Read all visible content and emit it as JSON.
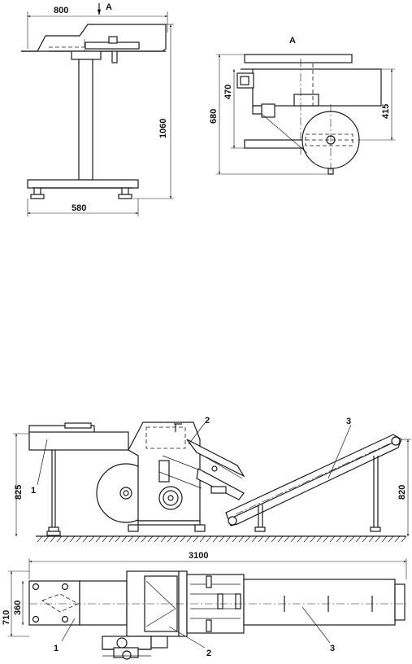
{
  "views": {
    "side_view": {
      "dim_width": "800",
      "dim_height": "1060",
      "dim_base": "580",
      "section_arrow_label": "A"
    },
    "view_a": {
      "title": "A",
      "dim_overall": "680",
      "dim_inner": "470",
      "dim_right": "415"
    },
    "machine_elevation": {
      "dim_left_height": "825",
      "dim_right_height": "820",
      "callouts": [
        "1",
        "2",
        "3"
      ]
    },
    "machine_plan": {
      "dim_length": "3100",
      "dim_width_outer": "710",
      "dim_width_inner": "360",
      "callouts": [
        "1",
        "2",
        "3"
      ]
    }
  }
}
